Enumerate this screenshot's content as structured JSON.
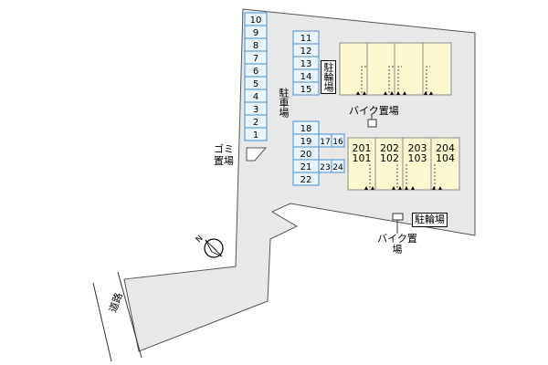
{
  "road_label": "道路",
  "parking_label": "駐車場",
  "garbage_label": "ゴミ置場",
  "bike_parking_label": "駐輪場",
  "bike_parking_label_2": "駐輪場",
  "motorbike_label_1": "バイク置場",
  "motorbike_label_2": "バイク置場",
  "north_label": "N",
  "parking_left": [
    "10",
    "9",
    "8",
    "7",
    "6",
    "5",
    "4",
    "3",
    "2",
    "1"
  ],
  "parking_mid_top": [
    "11",
    "12",
    "13",
    "14",
    "15"
  ],
  "parking_mid_bottom_col1": [
    "18",
    "19",
    "20",
    "21",
    "22"
  ],
  "parking_mid_bottom_col2": [
    "17",
    "23"
  ],
  "parking_mid_bottom_col3": [
    "16",
    "24"
  ],
  "building_bottom_units": [
    {
      "top": "201",
      "bottom": "101"
    },
    {
      "top": "202",
      "bottom": "102"
    },
    {
      "top": "203",
      "bottom": "103"
    },
    {
      "top": "204",
      "bottom": "104"
    }
  ],
  "colors": {
    "lot": "#e8e8e8",
    "parking_fill": "#e8f3fc",
    "parking_stroke": "#4a8fd0",
    "building_fill": "#fbf8cf",
    "building_stroke": "#8c8c8c",
    "outline": "#555555"
  }
}
